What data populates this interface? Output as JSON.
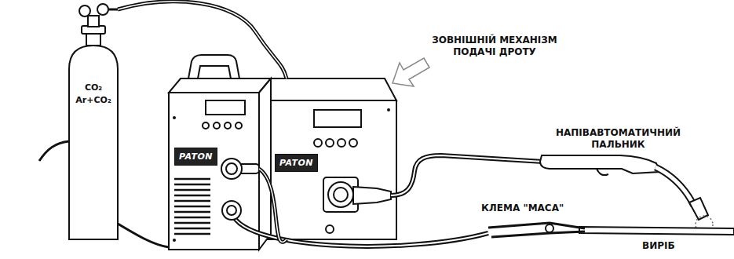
{
  "diagram": {
    "nodes": [
      {
        "text": [
          "CO₂",
          "Ar+CO₂"
        ]
      },
      {
        "text": [
          "PATON"
        ]
      },
      {
        "text": [
          "PATON"
        ]
      }
    ],
    "edges": [
      {
        "from": 0,
        "to": 2,
        "arrow": "none"
      },
      {
        "from": 1,
        "to": 2,
        "arrow": "none"
      }
    ],
    "labels": [
      "ЗОВНІШНІЙ МЕХАНІЗМ ПОДАЧІ ДРОТУ",
      "НАПІВАВТОМАТИЧНИЙ ПАЛЬНИК",
      "КЛЕМА \"МАСА\"",
      "ВИРІБ"
    ]
  }
}
